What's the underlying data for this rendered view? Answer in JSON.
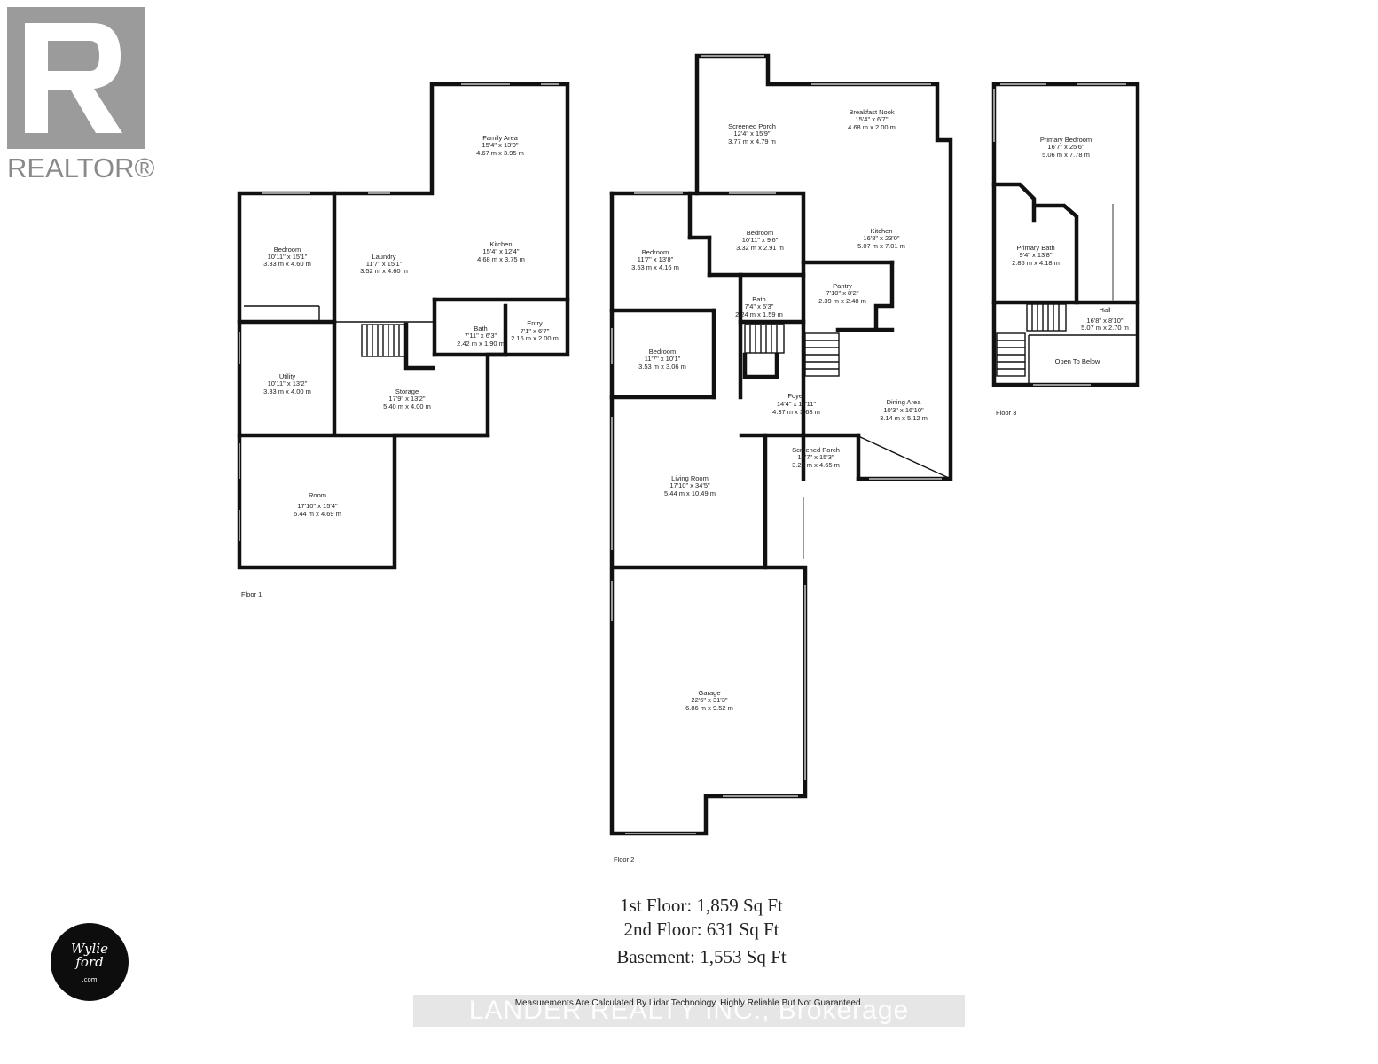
{
  "branding": {
    "realtor_label": "REALTOR®",
    "realtor_logo_icon": "realtor-r-logo-icon",
    "agent_logo_icon": "wylie-ford-logo-icon",
    "agent_logo_line1": "Wylie",
    "agent_logo_line2": "ford",
    "agent_logo_line3": ".com"
  },
  "floors": [
    {
      "label": "Floor 1",
      "rooms": [
        {
          "name": "Bedroom",
          "imperial": "10'11\" x 15'1\"",
          "metric": "3.33 m x 4.60 m"
        },
        {
          "name": "Laundry",
          "imperial": "11'7\" x 15'1\"",
          "metric": "3.52 m x 4.60 m"
        },
        {
          "name": "Family Area",
          "imperial": "15'4\" x 13'0\"",
          "metric": "4.67 m x 3.95 m"
        },
        {
          "name": "Kitchen",
          "imperial": "15'4\" x 12'4\"",
          "metric": "4.68 m x 3.75 m"
        },
        {
          "name": "Bath",
          "imperial": "7'11\" x 6'3\"",
          "metric": "2.42 m x 1.90 m"
        },
        {
          "name": "Entry",
          "imperial": "7'1\" x 6'7\"",
          "metric": "2.16 m x 2.00 m"
        },
        {
          "name": "Utility",
          "imperial": "10'11\" x 13'2\"",
          "metric": "3.33 m x 4.00 m"
        },
        {
          "name": "Storage",
          "imperial": "17'9\" x 13'2\"",
          "metric": "5.40 m x 4.00 m"
        },
        {
          "name": "Room",
          "imperial": "17'10\" x 15'4\"",
          "metric": "5.44 m x 4.69 m"
        }
      ]
    },
    {
      "label": "Floor 2",
      "rooms": [
        {
          "name": "Screened Porch",
          "imperial": "12'4\" x 15'9\"",
          "metric": "3.77 m x 4.79 m"
        },
        {
          "name": "Breakfast Nook",
          "imperial": "15'4\" x 6'7\"",
          "metric": "4.68 m x 2.00 m"
        },
        {
          "name": "Bedroom",
          "imperial": "11'7\" x 13'8\"",
          "metric": "3.53 m x 4.16 m"
        },
        {
          "name": "Bedroom",
          "imperial": "10'11\" x 9'6\"",
          "metric": "3.32 m x 2.91 m"
        },
        {
          "name": "Kitchen",
          "imperial": "16'8\" x 23'0\"",
          "metric": "5.07 m x 7.01 m"
        },
        {
          "name": "Pantry",
          "imperial": "7'10\" x 8'2\"",
          "metric": "2.39 m x 2.48 m"
        },
        {
          "name": "Bath",
          "imperial": "7'4\" x 5'3\"",
          "metric": "2.24 m x 1.59 m"
        },
        {
          "name": "Bedroom",
          "imperial": "11'7\" x 10'1\"",
          "metric": "3.53 m x 3.06 m"
        },
        {
          "name": "Foyer",
          "imperial": "14'4\" x 11'11\"",
          "metric": "4.37 m x 3.63 m"
        },
        {
          "name": "Dining Area",
          "imperial": "10'3\" x 16'10\"",
          "metric": "3.14 m x 5.12 m"
        },
        {
          "name": "Screened Porch",
          "imperial": "10'7\" x 15'3\"",
          "metric": "3.23 m x 4.65 m"
        },
        {
          "name": "Living Room",
          "imperial": "17'10\" x 34'5\"",
          "metric": "5.44 m x 10.49 m"
        },
        {
          "name": "Garage",
          "imperial": "22'6\" x 31'3\"",
          "metric": "6.86 m x 9.52 m"
        }
      ]
    },
    {
      "label": "Floor 3",
      "rooms": [
        {
          "name": "Primary Bedroom",
          "imperial": "16'7\" x 25'6\"",
          "metric": "5.06 m x 7.78 m"
        },
        {
          "name": "Primary Bath",
          "imperial": "9'4\" x 13'8\"",
          "metric": "2.85 m x 4.18 m"
        },
        {
          "name": "Hall",
          "imperial": "16'8\" x 8'10\"",
          "metric": "5.07 m x 2.70 m"
        },
        {
          "name": "Open To Below",
          "imperial": "",
          "metric": ""
        }
      ]
    }
  ],
  "totals": {
    "first_floor": "1st Floor: 1,859 Sq Ft",
    "second_floor": "2nd Floor: 631 Sq Ft",
    "basement": "Basement: 1,553 Sq Ft"
  },
  "disclaimer": "Measurements Are Calculated By Lidar Technology. Highly Reliable But Not Guaranteed.",
  "watermark": "LANDER REALTY INC., Brokerage"
}
